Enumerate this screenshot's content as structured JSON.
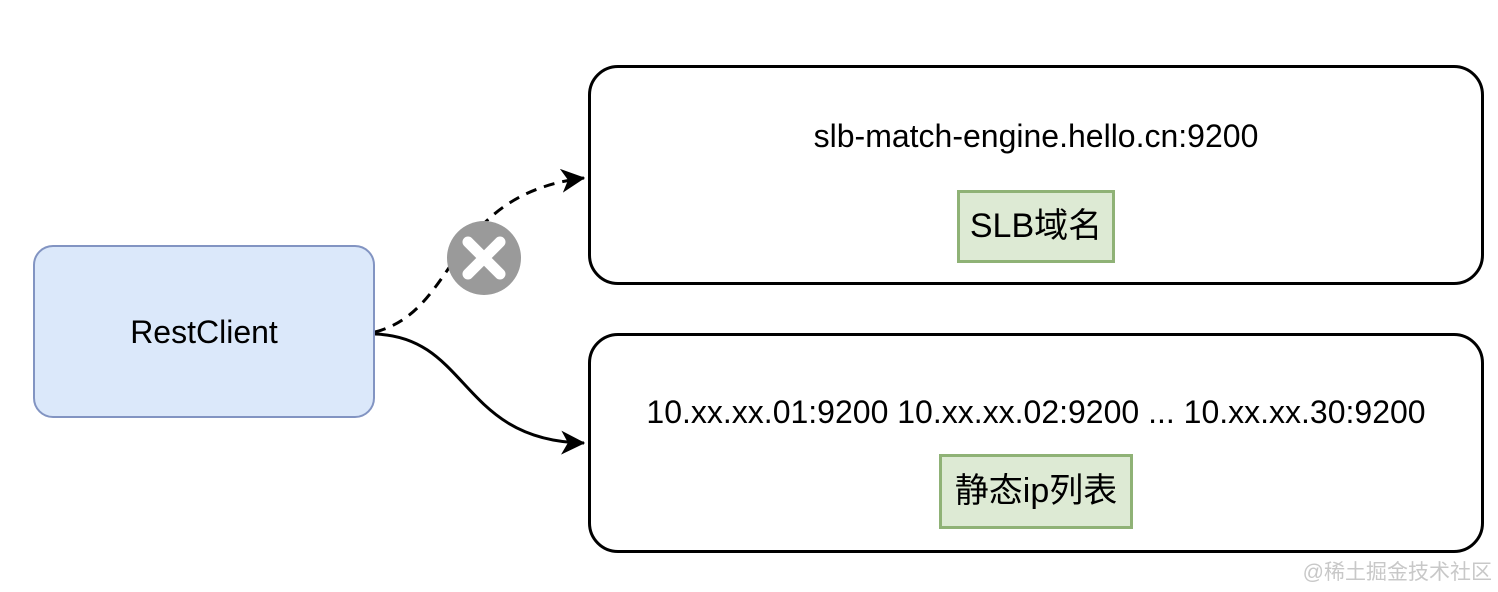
{
  "watermark": "@稀土掘金技术社区",
  "diagram": {
    "client": {
      "label": "RestClient"
    },
    "nodes": {
      "slb": {
        "address": "slb-match-engine.hello.cn:9200",
        "tag": "SLB域名"
      },
      "ip_list": {
        "address": "10.xx.xx.01:9200 10.xx.xx.02:9200 ... 10.xx.xx.30:9200",
        "tag": "静态ip列表"
      }
    },
    "icons": {
      "cross": "✕"
    },
    "colors": {
      "client_fill": "#dbe8fa",
      "client_border": "#8294c2",
      "node_border": "#000000",
      "tag_fill": "#ddead4",
      "tag_border": "#8fb276",
      "arrow": "#000000",
      "cross_circle_fill": "#9a9a9a",
      "cross_glyph": "#ffffff",
      "watermark_text": "#c8c8c8"
    }
  }
}
